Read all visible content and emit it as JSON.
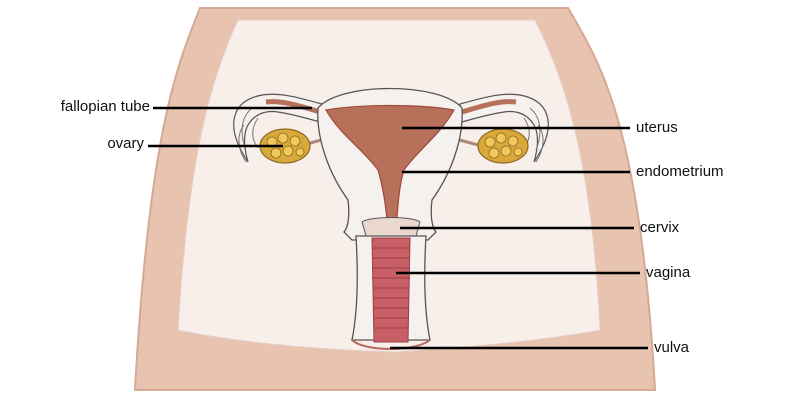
{
  "labels": {
    "fallopian_tube": "fallopian tube",
    "ovary": "ovary",
    "uterus": "uterus",
    "endometrium": "endometrium",
    "cervix": "cervix",
    "vagina": "vagina",
    "vulva": "vulva"
  },
  "colors": {
    "body_skin": "#e7c3b0",
    "body_inner": "#f8eeea",
    "uterus_wall": "#f5f1ee",
    "endometrium": "#b7705a",
    "vaginal_canal": "#c95f66",
    "ovary": "#d9a83a",
    "leader_line": "#000000"
  }
}
